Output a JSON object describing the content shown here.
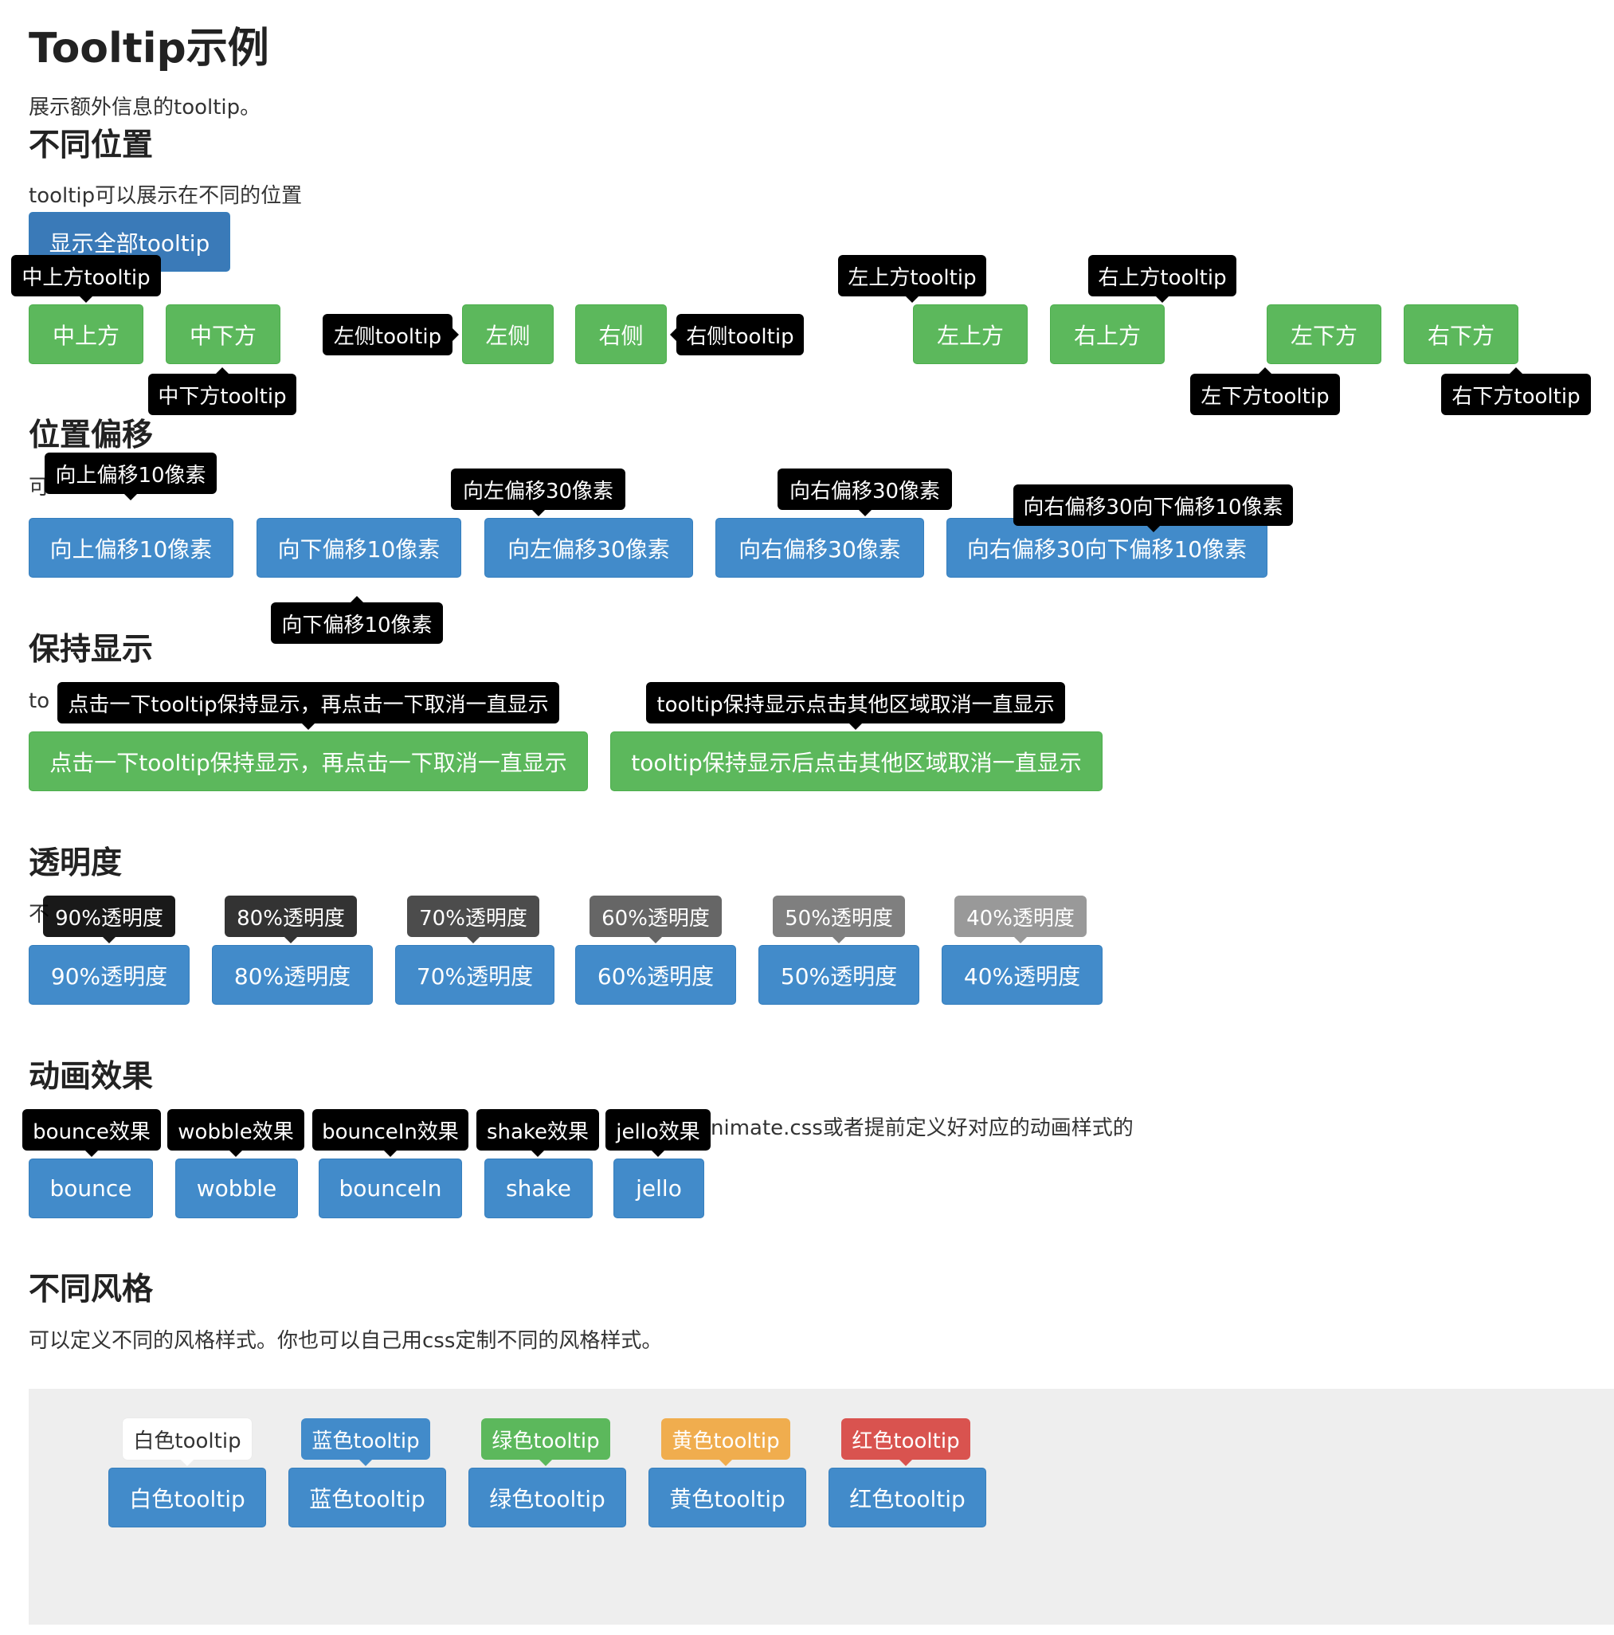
{
  "page": {
    "title": "Tooltip示例",
    "intro": "展示额外信息的tooltip。"
  },
  "positions": {
    "heading": "不同位置",
    "desc": "tooltip可以展示在不同的位置",
    "show_all": "显示全部tooltip",
    "buttons": [
      "中上方",
      "中下方",
      "左侧",
      "右侧",
      "左上方",
      "右上方",
      "左下方",
      "右下方"
    ],
    "tips": [
      "中上方tooltip",
      "中下方tooltip",
      "左侧tooltip",
      "右侧tooltip",
      "左上方tooltip",
      "右上方tooltip",
      "左下方tooltip",
      "右下方tooltip"
    ]
  },
  "offset": {
    "heading": "位置偏移",
    "desc_visible": "可",
    "buttons": [
      "向上偏移10像素",
      "向下偏移10像素",
      "向左偏移30像素",
      "向右偏移30像素",
      "向右偏移30向下偏移10像素"
    ],
    "tips": [
      "向上偏移10像素",
      "向下偏移10像素",
      "向左偏移30像素",
      "向右偏移30像素",
      "向右偏移30向下偏移10像素"
    ]
  },
  "keep": {
    "heading": "保持显示",
    "desc_visible": "to",
    "buttons": [
      "点击一下tooltip保持显示，再点击一下取消一直显示",
      "tooltip保持显示后点击其他区域取消一直显示"
    ],
    "tips": [
      "点击一下tooltip保持显示，再点击一下取消一直显示",
      "tooltip保持显示点击其他区域取消一直显示"
    ]
  },
  "opacity": {
    "heading": "透明度",
    "desc_visible": "不",
    "buttons": [
      "90%透明度",
      "80%透明度",
      "70%透明度",
      "60%透明度",
      "50%透明度",
      "40%透明度"
    ],
    "tips": [
      "90%透明度",
      "80%透明度",
      "70%透明度",
      "60%透明度",
      "50%透明度",
      "40%透明度"
    ],
    "alpha": [
      0.9,
      0.8,
      0.7,
      0.6,
      0.5,
      0.4
    ]
  },
  "animation": {
    "heading": "动画效果",
    "desc_visible": "nimate.css或者提前定义好对应的动画样式的",
    "buttons": [
      "bounce",
      "wobble",
      "bounceIn",
      "shake",
      "jello"
    ],
    "tips": [
      "bounce效果",
      "wobble效果",
      "bounceIn效果",
      "shake效果",
      "jello效果"
    ]
  },
  "styles": {
    "heading": "不同风格",
    "desc": "可以定义不同的风格样式。你也可以自己用css定制不同的风格样式。",
    "buttons": [
      "白色tooltip",
      "蓝色tooltip",
      "绿色tooltip",
      "黄色tooltip",
      "红色tooltip"
    ],
    "tips": [
      "白色tooltip",
      "蓝色tooltip",
      "绿色tooltip",
      "黄色tooltip",
      "红色tooltip"
    ]
  },
  "colors": {
    "green": "#5cb85c",
    "blue": "#428bca",
    "tooltip_black": "#000000",
    "yellow": "#f0ad4e",
    "red": "#d9534f",
    "panel": "#eeeeee"
  }
}
